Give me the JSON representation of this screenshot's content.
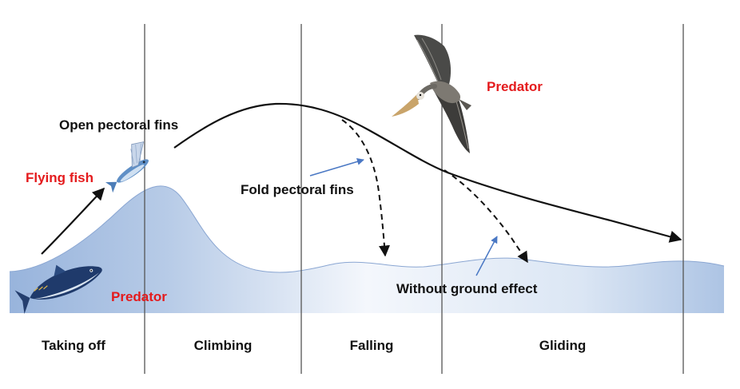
{
  "phases": [
    "Taking off",
    "Climbing",
    "Falling",
    "Gliding"
  ],
  "labels": {
    "flying_fish": "Flying fish",
    "open_fins": "Open pectoral fins",
    "fold_fins": "Fold pectoral fins",
    "predator_bird": "Predator",
    "predator_fish": "Predator",
    "no_ground_effect": "Without ground effect"
  },
  "colors": {
    "predator_text": "#e41a1c",
    "annotation_arrow": "#4a78c4",
    "water_dark": "#9fb9dd",
    "water_light": "#f2f6fc"
  },
  "icons": {
    "flying_fish": "flying-fish-icon",
    "tuna": "tuna-icon",
    "pelican": "pelican-icon"
  }
}
